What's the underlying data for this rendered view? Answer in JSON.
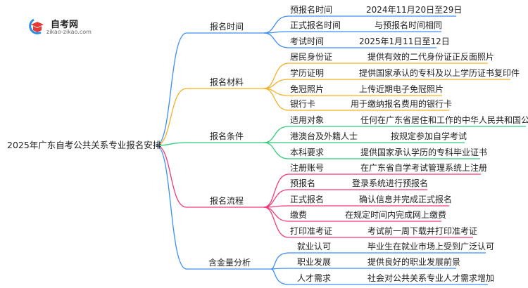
{
  "logo": {
    "title": "自考网",
    "url": "zikao-zikao.com"
  },
  "root": "2025年广东自考公共关系专业报名安排",
  "branches": [
    {
      "label": "报名时间",
      "color": "#3d8ff5",
      "items": [
        {
          "label": "预报名时间",
          "value": "2024年11月20日至29日"
        },
        {
          "label": "正式报名时间",
          "value": "与预报名时间相同"
        },
        {
          "label": "考试时间",
          "value": "2025年1月11日至12日"
        }
      ]
    },
    {
      "label": "报名材料",
      "color": "#f5b027",
      "items": [
        {
          "label": "居民身份证",
          "value": "提供有效的二代身份证正反面照片"
        },
        {
          "label": "学历证明",
          "value": "提供国家承认的专科及以上学历证书复印件"
        },
        {
          "label": "免冠照片",
          "value": "上传近期电子免冠照片"
        },
        {
          "label": "银行卡",
          "value": "用于缴纳报名费用的银行卡"
        }
      ]
    },
    {
      "label": "报名条件",
      "color": "#2fcb7a",
      "items": [
        {
          "label": "适用对象",
          "value": "任何在广东省居住和工作的中华人民共和国公民"
        },
        {
          "label": "港澳台及外籍人士",
          "value": "按规定参加自学考试"
        },
        {
          "label": "本科要求",
          "value": "提供国家承认学历的专科毕业证书"
        }
      ]
    },
    {
      "label": "报名流程",
      "color": "#f2387a",
      "items": [
        {
          "label": "注册账号",
          "value": "在广东省自学考试管理系统上注册"
        },
        {
          "label": "预报名",
          "value": "登录系统进行预报名"
        },
        {
          "label": "正式报名",
          "value": "确认信息并完成正式报名"
        },
        {
          "label": "缴费",
          "value": "在规定时间内完成网上缴费"
        },
        {
          "label": "打印准考证",
          "value": "考试前一周下载并打印准考证"
        }
      ]
    },
    {
      "label": "含金量分析",
      "color": "#3d8ff5",
      "items": [
        {
          "label": "就业认可",
          "value": "毕业生在就业市场上受到广泛认可"
        },
        {
          "label": "职业发展",
          "value": "提供良好的职业发展前景"
        },
        {
          "label": "人才需求",
          "value": "社会对公共关系专业人才需求增加"
        }
      ]
    }
  ]
}
